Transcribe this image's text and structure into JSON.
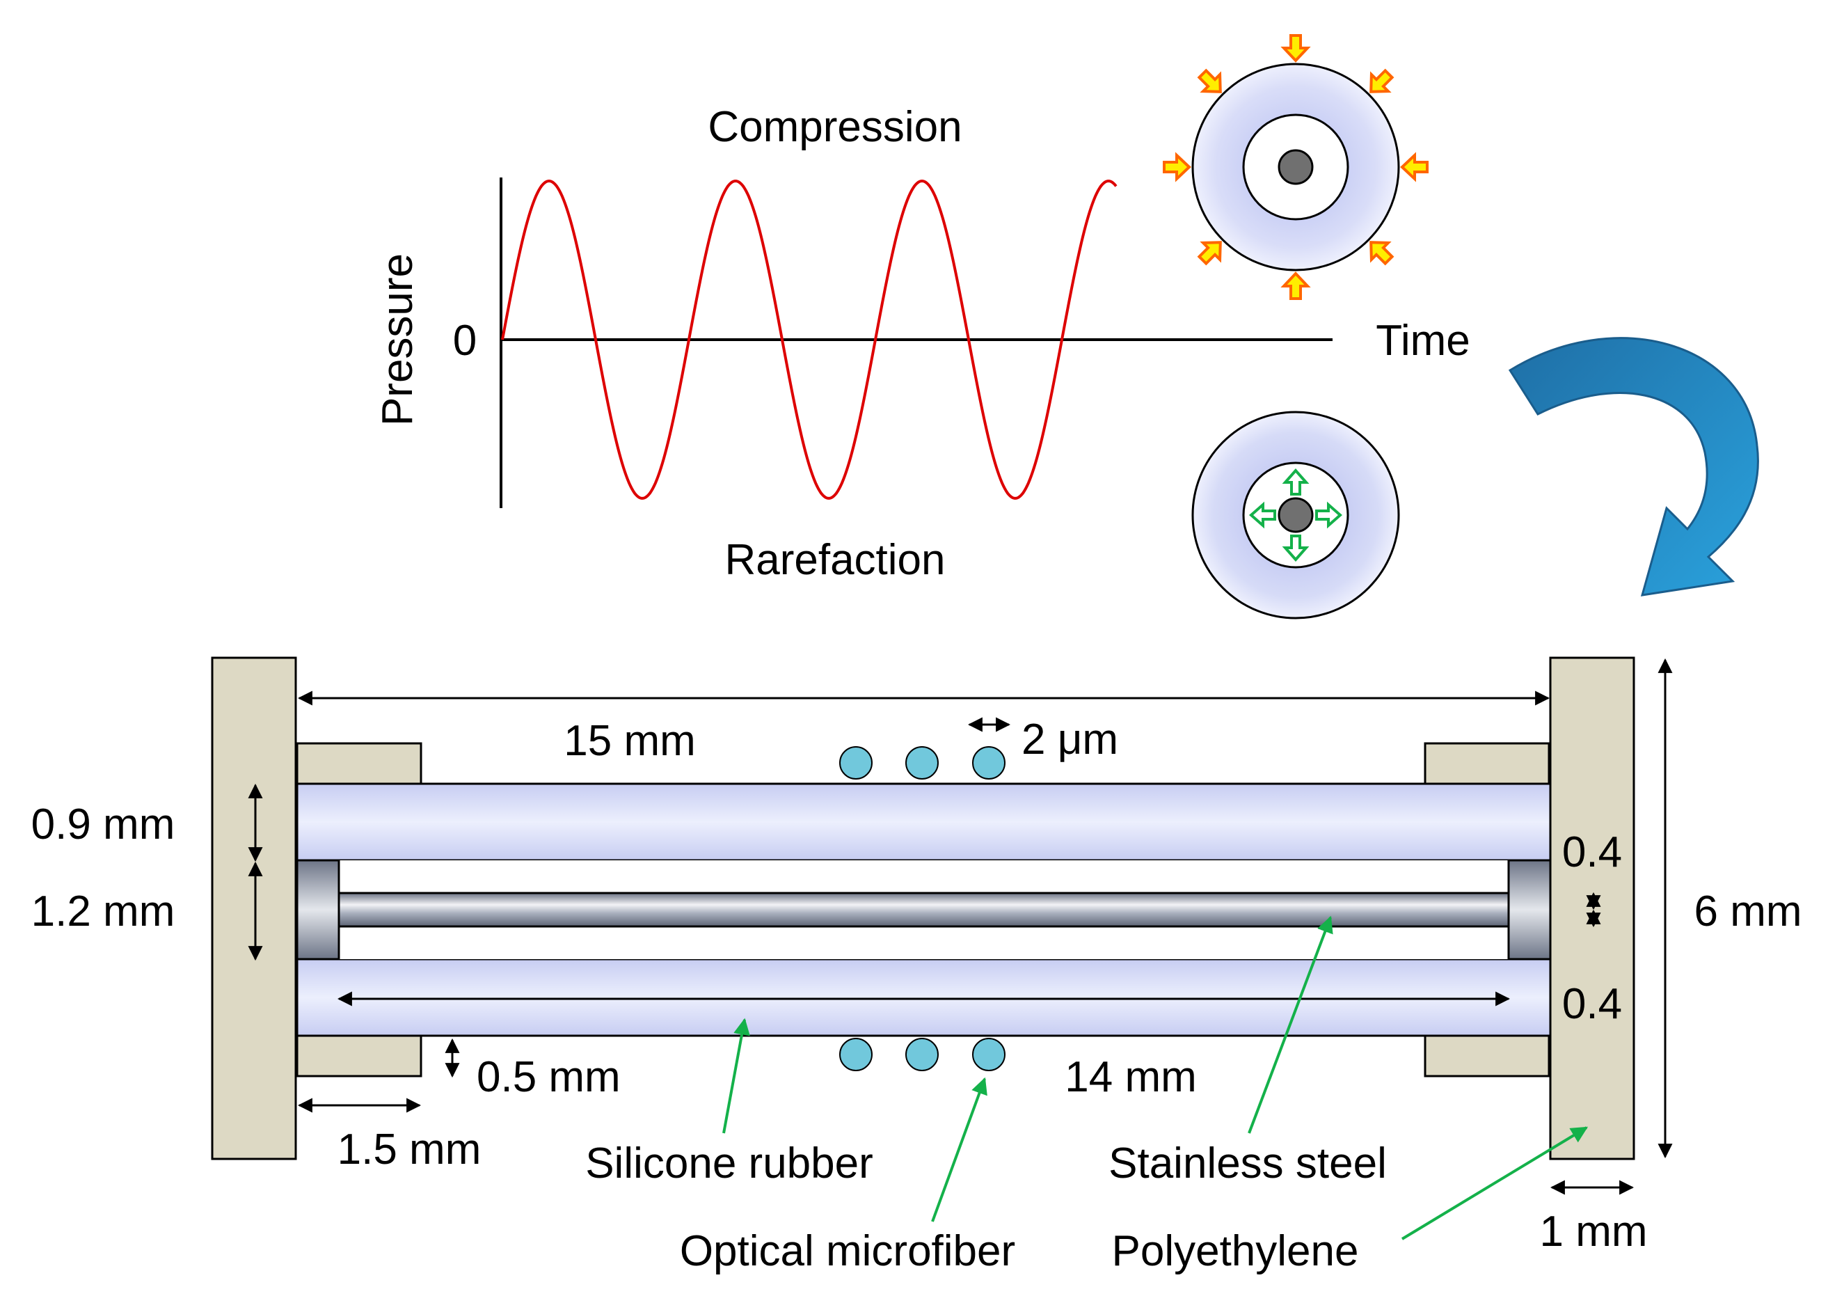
{
  "wave": {
    "compression": "Compression",
    "rarefaction": "Rarefaction",
    "pressure_axis": "Pressure",
    "zero": "0",
    "time_axis": "Time"
  },
  "dimensions": {
    "length_15": "15 mm",
    "spacing_2um": "2 μm",
    "d_0_9": "0.9 mm",
    "d_1_2": "1.2 mm",
    "d_0_4_top": "0.4",
    "d_0_4_bottom": "0.4",
    "d_6": "6 mm",
    "d_0_5": "0.5 mm",
    "length_14": "14 mm",
    "d_1_5": "1.5 mm",
    "d_1": "1 mm"
  },
  "materials": {
    "silicone": "Silicone rubber",
    "steel": "Stainless steel",
    "microfiber": "Optical microfiber",
    "polyethylene": "Polyethylene"
  },
  "colors": {
    "wave": "#dd0000",
    "rubber": "#e4e8fb",
    "rubber_ring": "#c7cdf2",
    "endcap": "#ddd9c4",
    "steel": "#8a94a6",
    "fiber_dot": "#71c8dc",
    "pointer": "#14b14a",
    "compress_arrow": "#ff6600",
    "compress_fill": "#ffee00",
    "expand_arrow": "#14b14a",
    "curved_arrow": "#1e8fcf"
  },
  "icons": [
    "compression-arrow-icon",
    "expansion-arrow-icon",
    "curved-arrow-icon"
  ]
}
